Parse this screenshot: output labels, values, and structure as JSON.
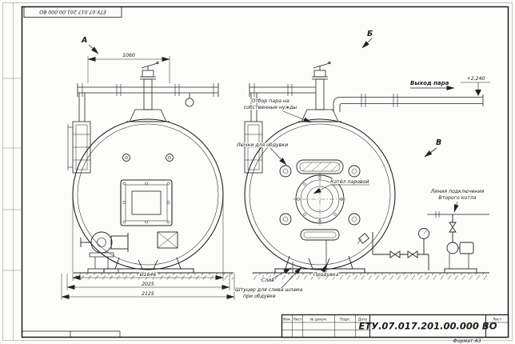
{
  "stamps": {
    "doc_number": "ЕТУ.07.017.201.00.000 ВО",
    "doc_number_top": "ЕТУ.07.017.201.00.000 ВО",
    "format_note": "Формат А3",
    "sheet_label": "Лист",
    "revision_cols": {
      "izm": "Изм.",
      "list": "Лист",
      "docnum": "№ докум.",
      "podp": "Подп.",
      "data": "Дата"
    }
  },
  "view_labels": {
    "a": "А",
    "b": "Б",
    "v": "В"
  },
  "dimensions": {
    "pipe_span": "1060",
    "shell_diameter": "Ø1646",
    "width_inner": "2025",
    "width_overall": "2125",
    "steam_outlet_elevation": "+2,240"
  },
  "annotations": {
    "steam_outlet": "Выход пара",
    "own_needs_line1": "Отбор пара на",
    "own_needs_line2": "собственные нужды",
    "blowoff_hatches": "Лючки для обдувки",
    "boiler_name": "Котёл паровой",
    "second_boiler_line1": "Линия подключения",
    "second_boiler_line2": "Второго котла",
    "drain": "Слив",
    "blowdown": "Продувка",
    "sludge_line1": "Штуцер для слива шлама",
    "sludge_line2": "при обдувке"
  }
}
